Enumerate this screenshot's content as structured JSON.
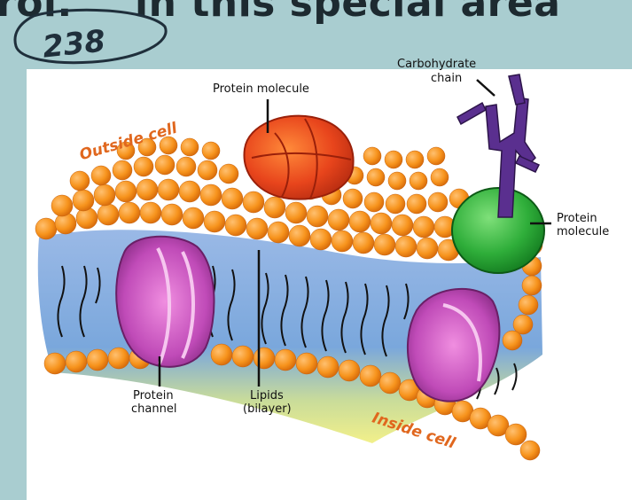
{
  "header": {
    "partial_text_left": "rol.",
    "partial_text_right": "in this special area",
    "handwritten_number": "238"
  },
  "diagram": {
    "labels": {
      "protein_molecule_top": "Protein molecule",
      "carbohydrate_line1": "Carbohydrate",
      "carbohydrate_line2": "chain",
      "protein_molecule_right_line1": "Protein",
      "protein_molecule_right_line2": "molecule",
      "outside_cell": "Outside cell",
      "inside_cell": "Inside cell",
      "protein_channel_line1": "Protein",
      "protein_channel_line2": "channel",
      "lipids_line1": "Lipids",
      "lipids_line2": "(bilayer)"
    },
    "colors": {
      "background": "#a9cdd0",
      "lipid_head": "#f7941d",
      "protein_channel": "#c04bb8",
      "protein_top": "#e8451c",
      "protein_right": "#2fae3a",
      "carbohydrate": "#5a2f8f",
      "bilayer_blue": "#7aa7dc",
      "bilayer_yellow": "#f2f08a"
    }
  }
}
